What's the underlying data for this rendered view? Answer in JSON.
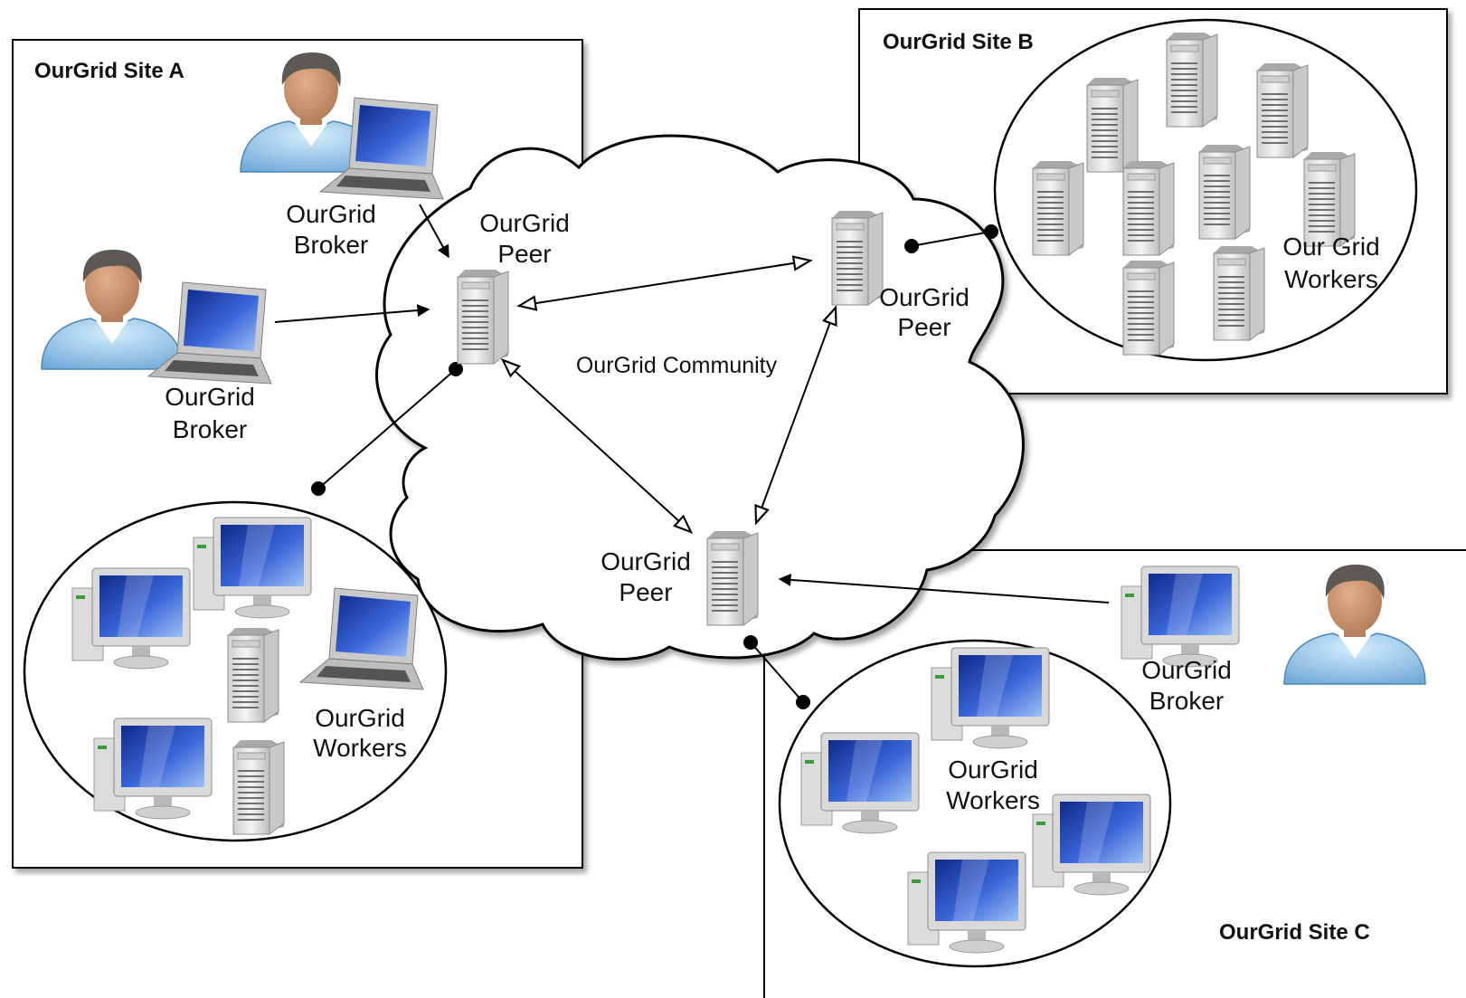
{
  "sites": {
    "a": "OurGrid Site A",
    "b": "OurGrid Site B",
    "c": "OurGrid Site C"
  },
  "community": "OurGrid Community",
  "labels": {
    "peer_word": "Peer",
    "broker_word": "Broker",
    "ourgrid_word": "OurGrid",
    "workers_word": "Workers",
    "our_grid_split": "Our Grid"
  },
  "icons": {
    "server": "server-icon",
    "desktop": "desktop-computer-icon",
    "laptop": "laptop-icon",
    "user": "user-icon"
  },
  "colors": {
    "screen": "#1f3fae",
    "skin": "#c8906a",
    "hair": "#5d5a55",
    "shirt": "#8fc3ea",
    "server_body": "#e6e6e6"
  }
}
